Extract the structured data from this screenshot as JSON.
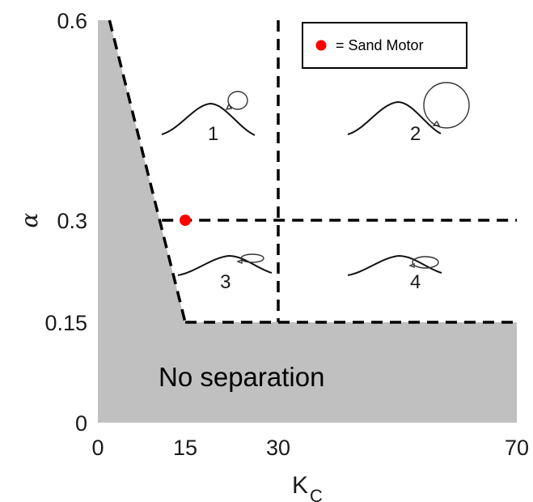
{
  "chart_data": {
    "type": "area",
    "xlabel": "K",
    "xlabel_subscript": "C",
    "ylabel": "α",
    "xlim": [
      0,
      70
    ],
    "ylim": [
      0,
      0.6
    ],
    "x_ticks": [
      "0",
      "15",
      "30",
      "70"
    ],
    "y_ticks": [
      "0",
      "0.15",
      "0.3",
      "0.6"
    ],
    "no_separation_region": {
      "label": "No separation",
      "fill_color": "#c0c0c0",
      "boundary": [
        [
          0,
          0.6
        ],
        [
          2,
          0.6
        ],
        [
          15,
          0.15
        ],
        [
          70,
          0.15
        ],
        [
          70,
          0
        ],
        [
          0,
          0
        ]
      ]
    },
    "dashed_boundaries": [
      {
        "points": [
          [
            2,
            0.6
          ],
          [
            15,
            0.15
          ]
        ]
      },
      {
        "points": [
          [
            15,
            0.15
          ],
          [
            70,
            0.15
          ]
        ]
      },
      {
        "points": [
          [
            30,
            0.6
          ],
          [
            30,
            0.15
          ]
        ]
      },
      {
        "points": [
          [
            11,
            0.3
          ],
          [
            70,
            0.3
          ]
        ]
      }
    ],
    "regions": [
      {
        "label": "1",
        "x": 19.5,
        "y": 0.42
      },
      {
        "label": "2",
        "x": 53,
        "y": 0.42
      },
      {
        "label": "3",
        "x": 21.5,
        "y": 0.2
      },
      {
        "label": "4",
        "x": 53,
        "y": 0.2
      }
    ],
    "points": [
      {
        "name": "Sand Motor",
        "x": 15,
        "y": 0.3,
        "color": "#ff0000"
      }
    ],
    "legend": {
      "entries": [
        "= Sand Motor"
      ],
      "position": "top-right"
    },
    "grid": false
  }
}
